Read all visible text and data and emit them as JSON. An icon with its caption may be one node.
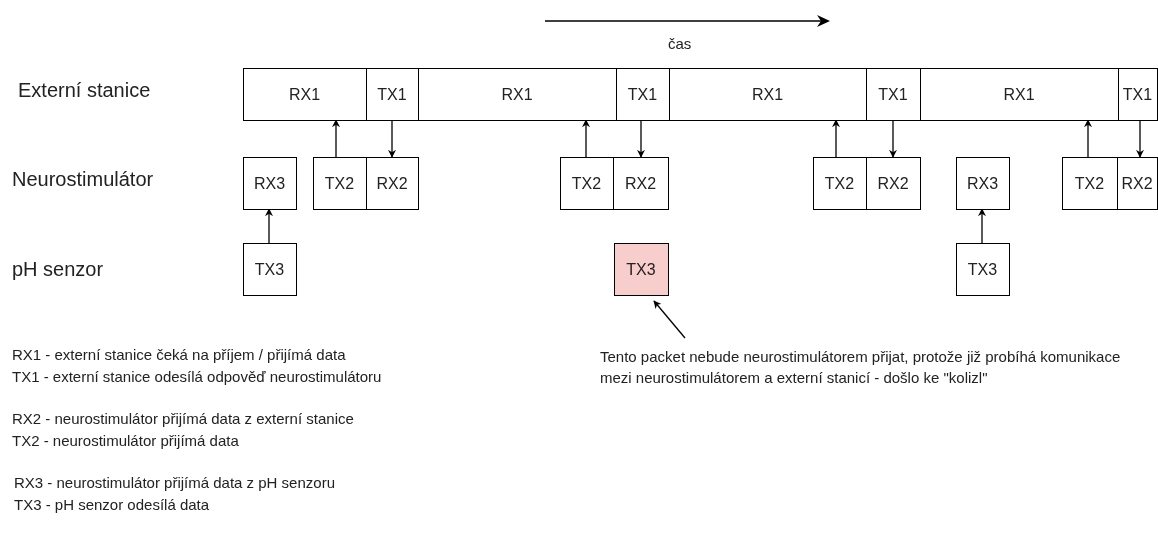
{
  "diagram": {
    "nodes": [
      {
        "text": [
          "RX1"
        ]
      },
      {
        "text": [
          "TX1"
        ]
      },
      {
        "text": [
          "RX1"
        ]
      },
      {
        "text": [
          "TX1"
        ]
      },
      {
        "text": [
          "RX1"
        ]
      },
      {
        "text": [
          "TX1"
        ]
      },
      {
        "text": [
          "RX1"
        ]
      },
      {
        "text": [
          "TX1"
        ]
      },
      {
        "text": [
          "RX3"
        ]
      },
      {
        "text": [
          "TX2"
        ]
      },
      {
        "text": [
          "RX2"
        ]
      },
      {
        "text": [
          "TX2"
        ]
      },
      {
        "text": [
          "RX2"
        ]
      },
      {
        "text": [
          "TX2"
        ]
      },
      {
        "text": [
          "RX2"
        ]
      },
      {
        "text": [
          "RX3"
        ]
      },
      {
        "text": [
          "TX2"
        ]
      },
      {
        "text": [
          "RX2"
        ]
      },
      {
        "text": [
          "TX3"
        ]
      },
      {
        "text": [
          "TX3"
        ]
      },
      {
        "text": [
          "TX3"
        ]
      },
      {
        "text": [
          "Tento packet nebude neurostimulátorem přijat, protože již probíhá komunikace mezi neurostimulátorem a externí stanicí - došlo ke \"kolizl\""
        ]
      }
    ],
    "edges": [
      {
        "from": 9,
        "to": 0,
        "arrow": "to"
      },
      {
        "from": 1,
        "to": 10,
        "arrow": "to"
      },
      {
        "from": 11,
        "to": 2,
        "arrow": "to"
      },
      {
        "from": 3,
        "to": 12,
        "arrow": "to"
      },
      {
        "from": 13,
        "to": 4,
        "arrow": "to"
      },
      {
        "from": 5,
        "to": 14,
        "arrow": "to"
      },
      {
        "from": 16,
        "to": 6,
        "arrow": "to"
      },
      {
        "from": 7,
        "to": 17,
        "arrow": "to"
      },
      {
        "from": 18,
        "to": 8,
        "arrow": "to"
      },
      {
        "from": 20,
        "to": 15,
        "arrow": "to"
      },
      {
        "from": 21,
        "to": 19,
        "arrow": "to"
      }
    ],
    "labels": [
      "čas",
      "Externí stanice",
      "Neurostimulátor",
      "pH senzor",
      "RX1 - externí stanice čeká na příjem / přijímá data",
      "TX1 - externí stanice odesílá odpověď neurostimulátoru",
      "RX2 - neurostimulátor přijímá data z externí stanice",
      "TX2 - neurostimulátor přijímá data",
      "RX3 - neurostimulátor přijímá data z pH senzoru",
      "TX3 - pH senzor odesílá data"
    ]
  }
}
